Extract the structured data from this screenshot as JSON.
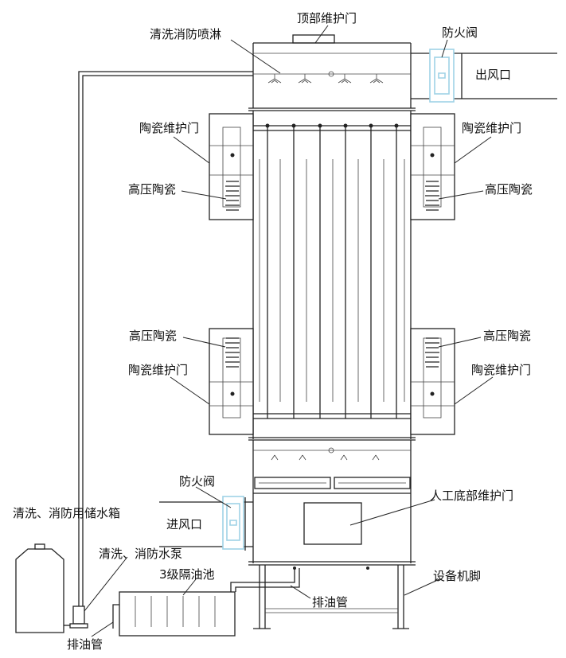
{
  "labels": {
    "top_door": "顶部维护门",
    "spray": "清洗消防喷淋",
    "fire_valve_top": "防火阀",
    "outlet": "出风口",
    "ceramic_door_tl": "陶瓷维护门",
    "ceramic_door_tr": "陶瓷维护门",
    "hv_ceramic_tl": "高压陶瓷",
    "hv_ceramic_tr": "高压陶瓷",
    "hv_ceramic_bl": "高压陶瓷",
    "hv_ceramic_br": "高压陶瓷",
    "ceramic_door_bl": "陶瓷维护门",
    "ceramic_door_br": "陶瓷维护门",
    "fire_valve_bottom": "防火阀",
    "inlet": "进风口",
    "bottom_door": "人工底部维护门",
    "water_tank": "清洗、消防用储水箱",
    "water_pump": "清洗、消防水泵",
    "oil_sep": "3级隔油池",
    "drain_pipe_mid": "排油管",
    "equipment_foot": "设备机脚",
    "drain_pipe_left": "排油管"
  },
  "colors": {
    "insulator_red": "#d9533a",
    "valve_blue": "#9fd2e6",
    "line": "#222222"
  }
}
